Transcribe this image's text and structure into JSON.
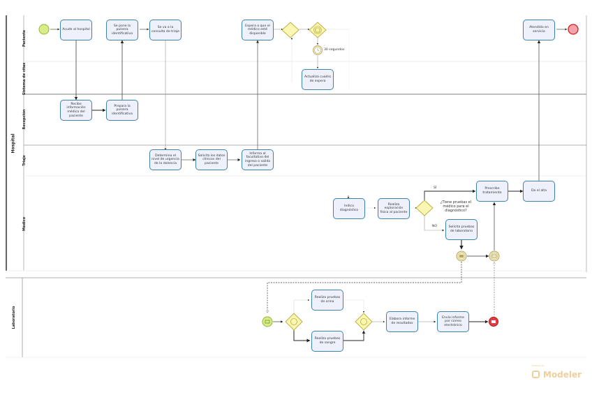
{
  "pools": [
    {
      "name": "Hospital",
      "lanes": [
        "Paciente",
        "Sistema de citas",
        "Recepción",
        "Triaje",
        "Médico"
      ]
    },
    {
      "name": "Laboratorio",
      "lanes": []
    }
  ],
  "tasks": {
    "t_acude": "Acude al hospital",
    "t_espera_pulsera": "Se pone la pulsera identificativa",
    "t_sala_triaje": "Se va a la consulta de triaje",
    "t_espera_medico": "Espera a que el médico esté disponible",
    "t_atendido": "Atendido en servicio",
    "t_actualiza": "Actualiza cuadro de espera",
    "t_recibe_info": "Recibe información médica del paciente",
    "t_prepara_pulsera": "Prepara la pulsera identificativa",
    "t_determina": "Determina el nivel de urgencia de la dolencia",
    "t_solicita_datos": "Solicita los datos clínicos del paciente",
    "t_informa": "Informa al facultativo del ingreso o salida del paciente",
    "t_indica": "Indica diagnóstico",
    "t_realiza_exploracion": "Realiza exploración física al paciente",
    "t_prescribe": "Prescribe tratamiento",
    "t_solicita_pruebas": "Solicita pruebas de laboratorio",
    "t_da_alta": "Da el alta",
    "t_pruebas_orina": "Realiza pruebas de orina",
    "t_pruebas_sangre": "Realiza pruebas de sangre",
    "t_elabora_informe": "Elabora informe de resultados",
    "t_envia_informe": "Envía informe por correo electrónico"
  },
  "annotations": {
    "timer": "30 segundos",
    "gateway_question": "¿Tiene pruebas el médico para el diagnóstico?",
    "branch_yes": "SÍ",
    "branch_no": "NO"
  },
  "watermark": {
    "small": "Powered by",
    "brand": "Modeler"
  },
  "colors": {
    "task_fill": "#eef1fb",
    "task_stroke": "#3d84a8",
    "start_fill": "#d8ec8a",
    "start_stroke": "#93b52e",
    "end_fill": "#f4a3a8",
    "end_stroke": "#c9202a",
    "gateway_fill": "#fbf7b3",
    "gateway_stroke": "#b8ad3a",
    "intermediate_fill": "#f3edc7",
    "intermediate_stroke": "#b6a660"
  }
}
